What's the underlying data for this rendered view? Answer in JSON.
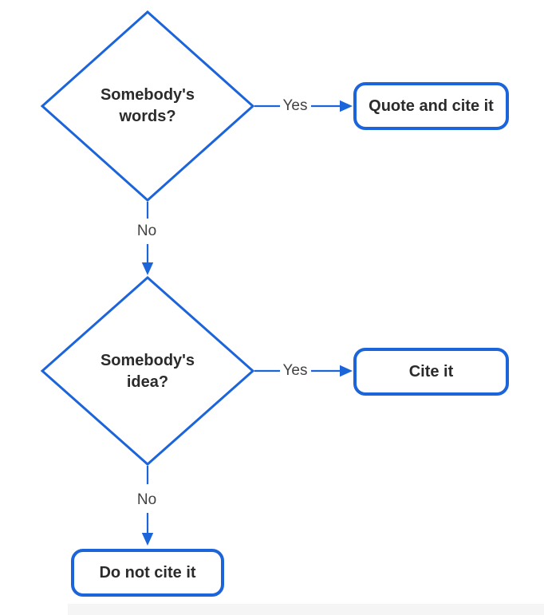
{
  "diagram": {
    "colors": {
      "accent_blue": "#1b64da",
      "node_text": "#2b2b2b",
      "edge_label_text": "#424242",
      "background": "#ffffff"
    },
    "nodes": {
      "decision_words": {
        "label": "Somebody's words?",
        "shape": "diamond"
      },
      "decision_idea": {
        "label": "Somebody's idea?",
        "shape": "diamond"
      },
      "result_quote": {
        "label": "Quote and cite it",
        "shape": "rounded-rect"
      },
      "result_cite": {
        "label": "Cite it",
        "shape": "rounded-rect"
      },
      "result_do_not_cite": {
        "label": "Do not cite it",
        "shape": "rounded-rect"
      }
    },
    "edges": {
      "yes1": {
        "label": "Yes"
      },
      "no1": {
        "label": "No"
      },
      "yes2": {
        "label": "Yes"
      },
      "no2": {
        "label": "No"
      }
    }
  }
}
